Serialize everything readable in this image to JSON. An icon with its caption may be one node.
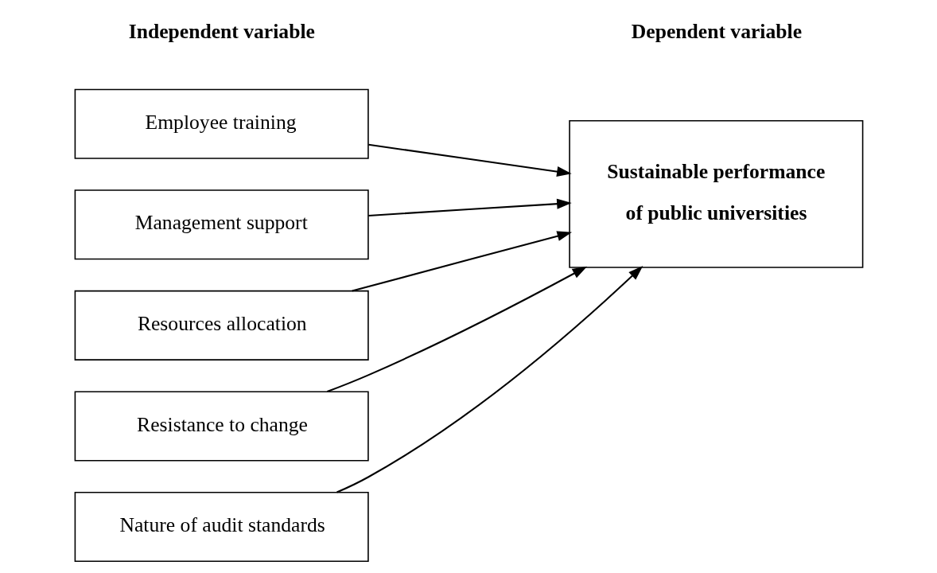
{
  "diagram": {
    "nodes": [
      {
        "text": [
          "Employee training"
        ]
      },
      {
        "text": [
          "Management support"
        ]
      },
      {
        "text": [
          "Resources allocation"
        ]
      },
      {
        "text": [
          "Resistance to change"
        ]
      },
      {
        "text": [
          "Nature of audit standards"
        ]
      },
      {
        "text": [
          "Sustainable performance of public universities"
        ]
      }
    ],
    "edges": [
      {
        "from": 0,
        "to": 5,
        "arrow": "to"
      },
      {
        "from": 1,
        "to": 5,
        "arrow": "to"
      },
      {
        "from": 2,
        "to": 5,
        "arrow": "to"
      },
      {
        "from": 3,
        "to": 5,
        "arrow": "to"
      },
      {
        "from": 4,
        "to": 5,
        "arrow": "to"
      }
    ],
    "labels": [
      "Independent variable",
      "Dependent variable"
    ]
  }
}
